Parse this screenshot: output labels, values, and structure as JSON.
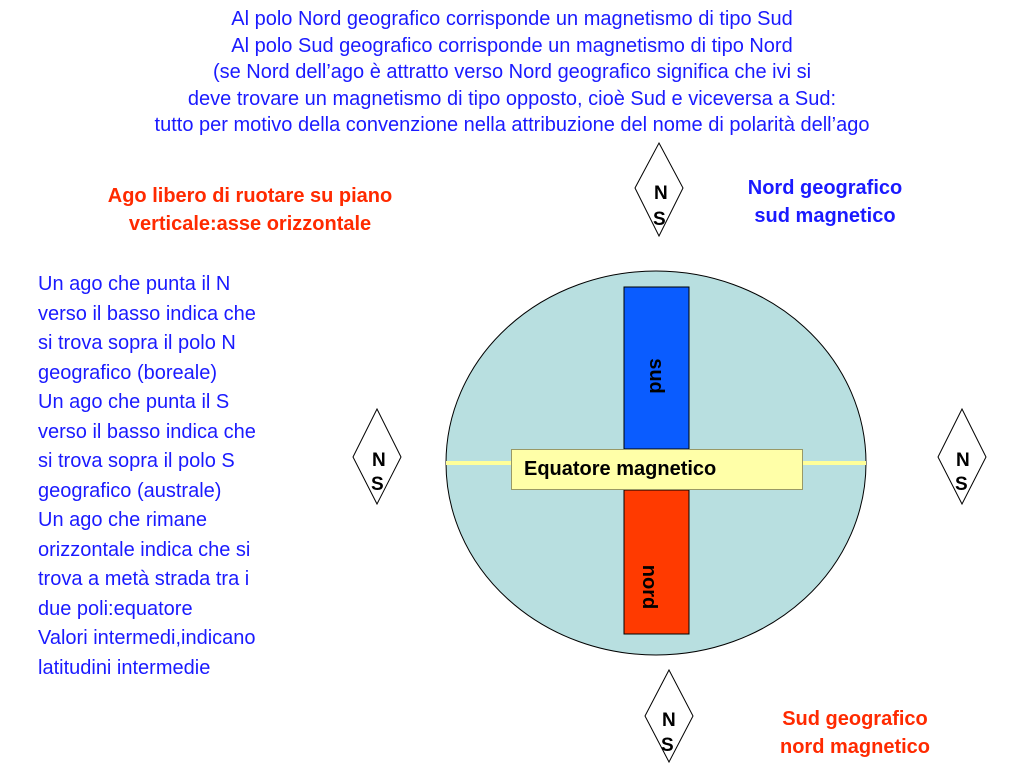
{
  "title_lines": [
    "Al polo Nord geografico corrisponde un magnetismo di tipo Sud",
    "Al polo Sud geografico corrisponde un magnetismo di tipo Nord",
    "(se Nord dell’ago è attratto verso Nord geografico significa che ivi si",
    "deve trovare un magnetismo di tipo opposto, cioè Sud e viceversa a Sud:",
    "tutto per motivo della convenzione nella attribuzione del nome di polarità dell’ago"
  ],
  "subheading_lines": [
    "Ago libero di ruotare su piano",
    "verticale:asse orizzontale"
  ],
  "body_lines": [
    "Un ago che punta il N",
    "verso il basso indica che",
    "si trova sopra il polo N",
    "geografico (boreale)",
    "Un ago che punta il S",
    "verso il basso indica che",
    "si trova sopra il polo S",
    "geografico (australe)",
    "Un ago che rimane",
    "orizzontale indica che si",
    "trova a metà strada tra i",
    "due poli:equatore",
    "Valori intermedi,indicano",
    "latitudini intermedie"
  ],
  "pole_top": {
    "line1": "Nord geografico",
    "line2": "sud magnetico"
  },
  "pole_bottom": {
    "line1": "Sud geografico",
    "line2": "nord magnetico"
  },
  "magnet": {
    "upper_label": "sud",
    "lower_label": "nord",
    "upper_color": "#0a5cff",
    "lower_color": "#ff3a00"
  },
  "equator_label": "Equatore magnetico",
  "needles": {
    "top": {
      "n": "N",
      "s": "S"
    },
    "left": {
      "n": "N",
      "s": "S"
    },
    "right": {
      "n": "N",
      "s": "S"
    },
    "bottom": {
      "n": "N",
      "s": "S"
    }
  },
  "colors": {
    "title_text": "#1a1aff",
    "highlight_text": "#ff2a00",
    "globe_fill": "#b8dfe0",
    "equator_line": "#ffff99",
    "equator_box": "#ffffa8"
  }
}
